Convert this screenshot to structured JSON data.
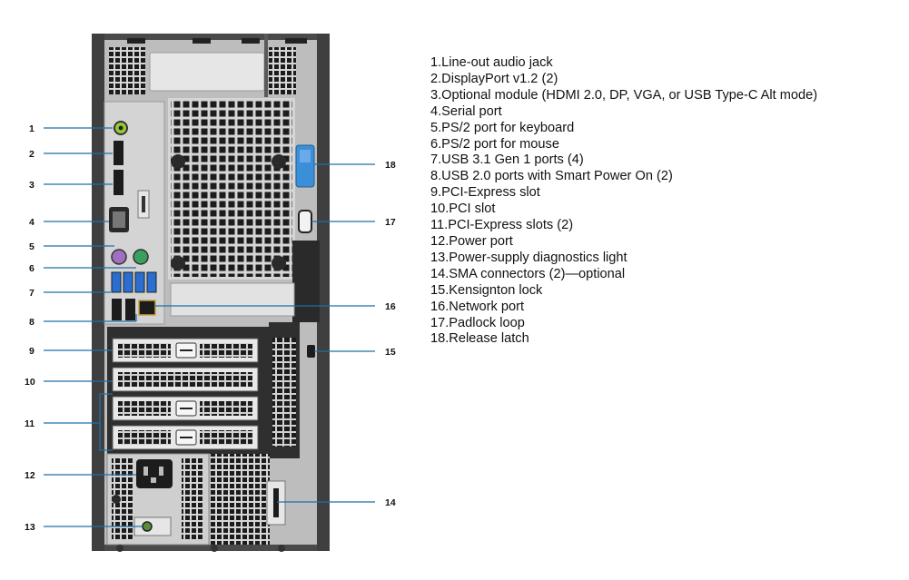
{
  "legend": [
    "1.Line-out audio jack",
    "2.DisplayPort v1.2 (2)",
    "3.Optional module (HDMI 2.0, DP, VGA, or USB Type-C Alt mode)",
    "4.Serial port",
    "5.PS/2 port for keyboard",
    "6.PS/2 port for mouse",
    "7.USB 3.1 Gen 1 ports (4)",
    "8.USB 2.0 ports with Smart Power On (2)",
    "9.PCI-Express slot",
    "10.PCI slot",
    "11.PCI-Express slots (2)",
    "12.Power port",
    "13.Power-supply diagnostics light",
    "14.SMA connectors (2)—optional",
    "15.Kensignton lock",
    "16.Network port",
    "17.Padlock loop",
    "18.Release latch"
  ],
  "callouts": {
    "c1": "1",
    "c2": "2",
    "c3": "3",
    "c4": "4",
    "c5": "5",
    "c6": "6",
    "c7": "7",
    "c8": "8",
    "c9": "9",
    "c10": "10",
    "c11": "11",
    "c12": "12",
    "c13": "13",
    "c14": "14",
    "c15": "15",
    "c16": "16",
    "c17": "17",
    "c18": "18"
  },
  "colors": {
    "leader": "#1f6fa8",
    "chassis": "#5a5a5a",
    "panel": "#c8c8c8",
    "usb3": "#2a6fd0",
    "ps2_keyboard": "#a070c0",
    "ps2_mouse": "#3aa060",
    "audio": "#9acd32",
    "release_latch": "#3a8fd8"
  }
}
